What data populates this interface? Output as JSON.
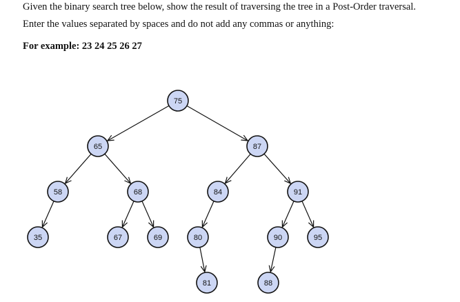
{
  "question": {
    "line1": "Given the binary search tree below, show the result of traversing the tree in a Post-Order traversal.",
    "line2": "Enter the values separated by spaces and do not add any commas or anything:",
    "example": "For example: 23 24 25 26 27"
  },
  "tree": {
    "node_fill": "#ccd6f4",
    "node_stroke": "#111111",
    "edge_color": "#111111",
    "nodes": [
      {
        "id": "n75",
        "label": "75"
      },
      {
        "id": "n65",
        "label": "65"
      },
      {
        "id": "n87",
        "label": "87"
      },
      {
        "id": "n58",
        "label": "58"
      },
      {
        "id": "n68",
        "label": "68"
      },
      {
        "id": "n84",
        "label": "84"
      },
      {
        "id": "n91",
        "label": "91"
      },
      {
        "id": "n35",
        "label": "35"
      },
      {
        "id": "n67",
        "label": "67"
      },
      {
        "id": "n69",
        "label": "69"
      },
      {
        "id": "n80",
        "label": "80"
      },
      {
        "id": "n90",
        "label": "90"
      },
      {
        "id": "n95",
        "label": "95"
      },
      {
        "id": "n81",
        "label": "81"
      },
      {
        "id": "n88",
        "label": "88"
      }
    ],
    "edges": [
      [
        "n75",
        "n65"
      ],
      [
        "n75",
        "n87"
      ],
      [
        "n65",
        "n58"
      ],
      [
        "n65",
        "n68"
      ],
      [
        "n87",
        "n84"
      ],
      [
        "n87",
        "n91"
      ],
      [
        "n58",
        "n35"
      ],
      [
        "n68",
        "n67"
      ],
      [
        "n68",
        "n69"
      ],
      [
        "n84",
        "n80"
      ],
      [
        "n91",
        "n90"
      ],
      [
        "n91",
        "n95"
      ],
      [
        "n80",
        "n81"
      ],
      [
        "n90",
        "n88"
      ]
    ]
  }
}
